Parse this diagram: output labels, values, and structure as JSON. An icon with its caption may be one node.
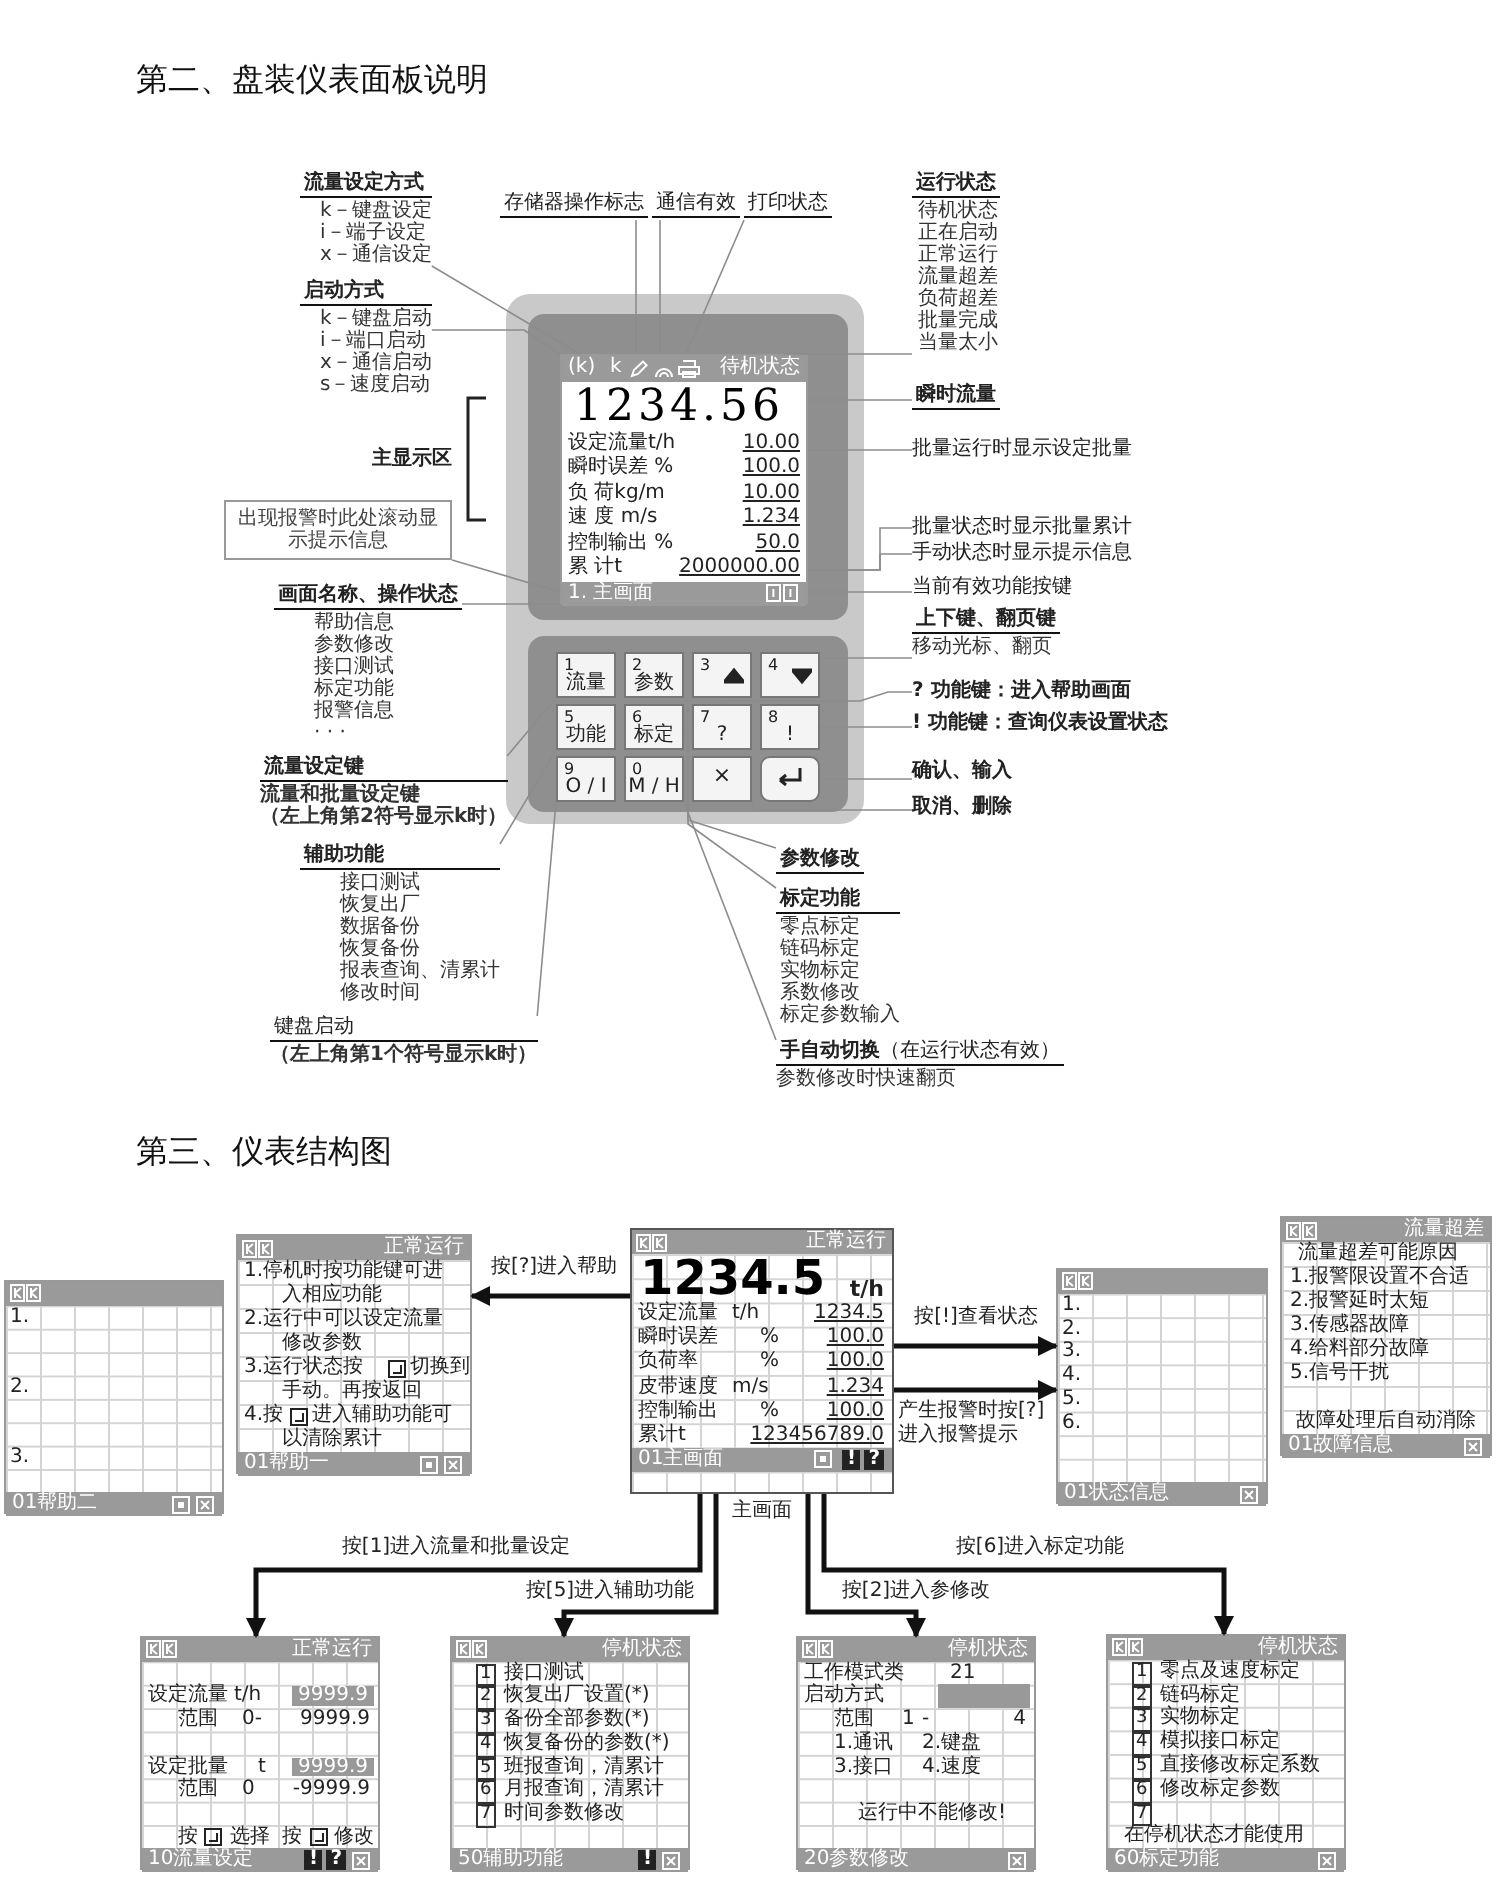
{
  "diagram": {
    "title": "第二、盘装仪表面板说明",
    "nodes": [
      {
        "text": [],
        "shape": "box"
      },
      {
        "text": [
          "(k)",
          "k",
          "待机状态",
          "1234.56",
          "设定流量t/h",
          "10.00",
          "瞬时误差 %",
          "100.0",
          "负 荷kg/m",
          "10.00",
          "速 度 m/s",
          "1.234",
          "控制输出 %",
          "50.0",
          "累 计t",
          "2000000.00",
          "1. 主画面"
        ],
        "in": 0
      },
      {
        "text": [
          "1",
          "流量"
        ],
        "in": 0
      },
      {
        "text": [
          "2",
          "参数"
        ],
        "in": 0
      },
      {
        "text": [
          "3"
        ],
        "in": 0
      },
      {
        "text": [
          "4"
        ],
        "in": 0
      },
      {
        "text": [
          "5",
          "功能"
        ],
        "in": 0
      },
      {
        "text": [
          "6",
          "标定"
        ],
        "in": 0
      },
      {
        "text": [
          "7",
          "?"
        ],
        "in": 0
      },
      {
        "text": [
          "8",
          "!"
        ],
        "in": 0
      },
      {
        "text": [
          "9",
          "O / I"
        ],
        "in": 0
      },
      {
        "text": [
          "0",
          "M / H"
        ],
        "in": 0
      },
      {
        "text": [
          "×"
        ],
        "in": 0
      },
      {
        "text": [],
        "shape": "box",
        "in": 0
      },
      {
        "text": [
          "存储器操作标志"
        ]
      },
      {
        "text": [
          "通信有效"
        ]
      },
      {
        "text": [
          "打印状态"
        ]
      },
      {
        "text": [
          "运行状态",
          "待机状态",
          "正在启动",
          "正常运行",
          "流量超差",
          "负荷超差",
          "批量完成",
          "当量太小"
        ]
      },
      {
        "text": [
          "流量设定方式",
          "k－键盘设定",
          "i－端子设定",
          "x－通信设定"
        ]
      },
      {
        "text": [
          "启动方式",
          "k－键盘启动",
          "i－端口启动",
          "x－通信启动",
          "s－速度启动"
        ]
      },
      {
        "text": [
          "瞬时流量"
        ]
      },
      {
        "text": [
          "批量运行时显示设定批量"
        ]
      },
      {
        "text": [
          "出现报警时此处滚动显示提示信息"
        ]
      },
      {
        "text": [
          "批量状态时显示批量累计"
        ]
      },
      {
        "text": [
          "手动状态时显示提示信息"
        ]
      },
      {
        "text": [
          "当前有效功能按键"
        ]
      },
      {
        "text": [
          "画面名称、操作状态",
          "帮助信息",
          "参数修改",
          "接口测试",
          "标定功能",
          "报警信息",
          "· · ·"
        ]
      },
      {
        "text": [
          "上下键、翻页键",
          "移动光标、翻页"
        ]
      },
      {
        "text": [
          "? 功能键：进入帮助画面"
        ]
      },
      {
        "text": [
          "! 功能键：查询仪表设置状态"
        ]
      },
      {
        "text": [
          "流量设定键",
          "流量和批量设定键",
          "（左上角第2符号显示k时）"
        ]
      },
      {
        "text": [
          "确认、输入"
        ]
      },
      {
        "text": [
          "取消、删除"
        ]
      },
      {
        "text": [
          "辅助功能",
          "接口测试",
          "恢复出厂",
          "数据备份",
          "恢复备份",
          "报表查询、清累计",
          "修改时间"
        ]
      },
      {
        "text": [
          "参数修改"
        ]
      },
      {
        "text": [
          "标定功能",
          "零点标定",
          "链码标定",
          "实物标定",
          "系数修改",
          "标定参数输入"
        ]
      },
      {
        "text": [
          "键盘启动",
          "（左上角第1个符号显示k时）"
        ]
      },
      {
        "text": [
          "**手自动切换**（在运行状态有效）",
          "参数修改时快速翻页"
        ]
      },
      {
        "text": [
          "1.",
          "2.",
          "3.",
          "01帮助二"
        ]
      },
      {
        "text": [
          "正常运行",
          "1.停机时按功能键可进",
          "入相应功能",
          "2.运行中可以设定流量",
          "修改参数",
          "3.运行状态按",
          "切换到",
          "手动。再按返回",
          "4.按",
          "进入辅助功能可",
          "以清除累计",
          "01帮助一"
        ]
      },
      {
        "text": [
          "正常运行",
          "1234.5",
          "t/h",
          "设定流量",
          "t/h",
          "1234.5",
          "瞬时误差",
          "%",
          "100.0",
          "负荷率",
          "%",
          "100.0",
          "皮带速度",
          "m/s",
          "1.234",
          "控制输出",
          "%",
          "100.0",
          "累计t",
          "123456789.0",
          "01主画面",
          "!",
          "?"
        ],
        "beside": [
          "主画面"
        ]
      },
      {
        "text": [
          "1.",
          "2.",
          "3.",
          "4.",
          "5.",
          "6.",
          "01状态信息"
        ]
      },
      {
        "text": [
          "流量超差",
          "流量超差可能原因",
          "1.报警限设置不合适",
          "2.报警延时太短",
          "3.传感器故障",
          "4.给料部分故障",
          "5.信号干扰",
          "故障处理后自动消除",
          "01故障信息"
        ]
      },
      {
        "text": [
          "正常运行",
          "设定流量",
          "t/h",
          "9999.9",
          "范围",
          "0-",
          "9999.9",
          "设定批量",
          "t",
          "9999.9",
          "范围",
          "0",
          "-9999.9",
          "按",
          "选择",
          "按",
          "修改",
          "10流量设定",
          "!",
          "?"
        ]
      },
      {
        "text": [
          "停机状态",
          "1",
          "接口测试",
          "2",
          "恢复出厂设置(*)",
          "3",
          "备份全部参数(*)",
          "4",
          "恢复备份的参数(*)",
          "5",
          "班报查询，清累计",
          "6",
          "月报查询，清累计",
          "7",
          "时间参数修改",
          "50辅助功能",
          "!"
        ]
      },
      {
        "text": [
          "停机状态",
          "工作模式类",
          "21",
          "启动方式",
          "范围",
          "1",
          "-",
          "4",
          "1.通讯",
          "2.键盘",
          "3.接口",
          "4.速度",
          "运行中不能修改!",
          "20参数修改"
        ]
      },
      {
        "text": [
          "停机状态",
          "1",
          "零点及速度标定",
          "2",
          "链码标定",
          "3",
          "实物标定",
          "4",
          "模拟接口标定",
          "5",
          "直接修改标定系数",
          "6",
          "修改标定参数",
          "7",
          "在停机状态才能使用",
          "60标定功能"
        ]
      }
    ],
    "edges": [
      {
        "from": 14,
        "to": 1,
        "arrow": "none"
      },
      {
        "from": 15,
        "to": 1,
        "arrow": "none"
      },
      {
        "from": 16,
        "to": 1,
        "arrow": "none"
      },
      {
        "from": 17,
        "to": 1,
        "arrow": "none"
      },
      {
        "from": 18,
        "to": 1,
        "arrow": "none"
      },
      {
        "from": 19,
        "to": 1,
        "arrow": "none"
      },
      {
        "from": 20,
        "to": 1,
        "arrow": "none"
      },
      {
        "from": 21,
        "to": 1,
        "arrow": "none"
      },
      {
        "from": 22,
        "to": 1,
        "arrow": "none"
      },
      {
        "from": 23,
        "to": 1,
        "arrow": "none"
      },
      {
        "from": 24,
        "to": 1,
        "arrow": "none"
      },
      {
        "from": 25,
        "to": 1,
        "arrow": "none"
      },
      {
        "from": 26,
        "to": 1,
        "arrow": "none"
      },
      {
        "from": 27,
        "to": 5,
        "arrow": "none"
      },
      {
        "from": 28,
        "to": 8,
        "arrow": "none"
      },
      {
        "from": 29,
        "to": 9,
        "arrow": "none"
      },
      {
        "from": 30,
        "to": 2,
        "arrow": "none"
      },
      {
        "from": 31,
        "to": 13,
        "arrow": "none"
      },
      {
        "from": 32,
        "to": 12,
        "arrow": "none"
      },
      {
        "from": 33,
        "to": 6,
        "arrow": "none"
      },
      {
        "from": 34,
        "to": 3,
        "arrow": "none"
      },
      {
        "from": 35,
        "to": 7,
        "arrow": "none"
      },
      {
        "from": 36,
        "to": 10,
        "arrow": "none"
      },
      {
        "from": 37,
        "to": 11,
        "arrow": "none"
      },
      {
        "from": 40,
        "to": 39,
        "arrow": "to",
        "label": "按[?]进入帮助",
        "style": "thick",
        "color": "#111111"
      },
      {
        "from": 40,
        "to": 41,
        "arrow": "to",
        "label": "按[!]查看状态",
        "style": "thick",
        "color": "#111111"
      },
      {
        "from": 40,
        "to": 41,
        "arrow": "to",
        "label": "产生报警时按[?]进入报警提示",
        "style": "thick",
        "color": "#111111"
      },
      {
        "from": 40,
        "to": 43,
        "arrow": "to",
        "label": "按[1]进入流量和批量设定",
        "style": "thick",
        "color": "#111111"
      },
      {
        "from": 40,
        "to": 44,
        "arrow": "to",
        "label": "按[5]进入辅助功能",
        "style": "thick",
        "color": "#111111"
      },
      {
        "from": 40,
        "to": 45,
        "arrow": "to",
        "label": "按[2]进入参修改",
        "style": "thick",
        "color": "#111111"
      },
      {
        "from": 40,
        "to": 46,
        "arrow": "to",
        "label": "按[6]进入标定功能",
        "style": "thick",
        "color": "#111111"
      }
    ],
    "labels": [
      "主显示区",
      "第三、仪表结构图"
    ]
  }
}
